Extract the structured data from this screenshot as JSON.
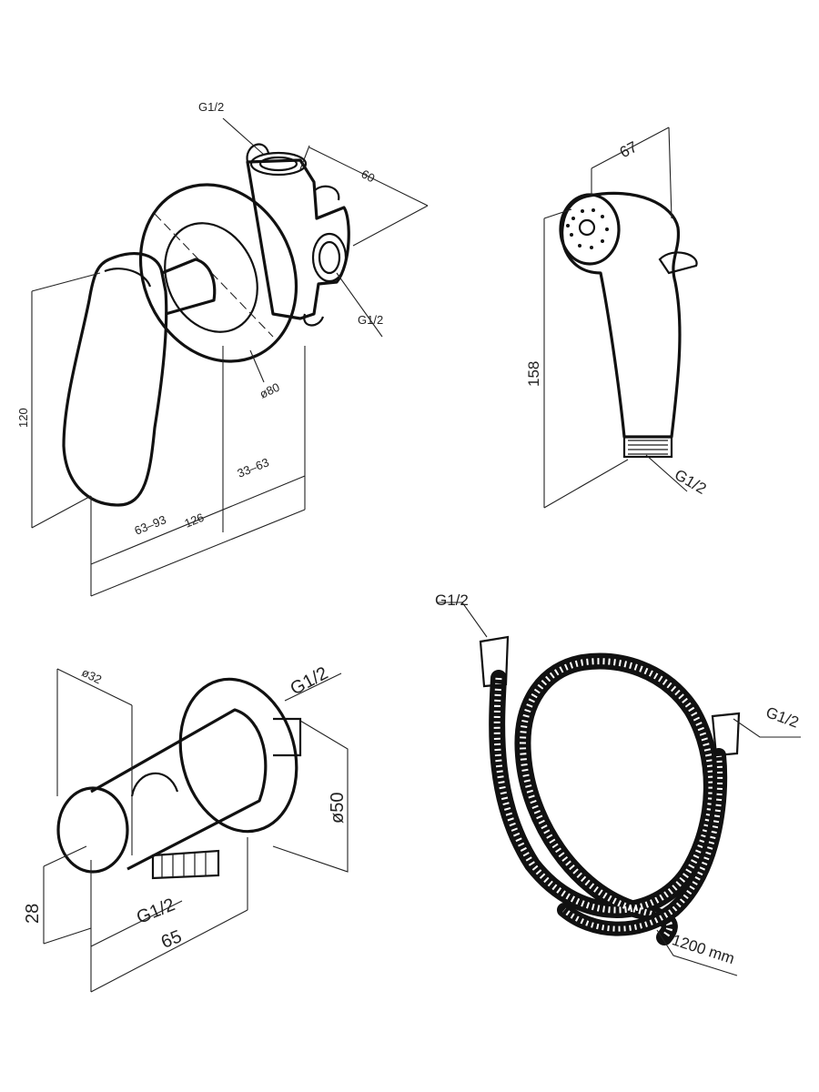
{
  "mixer": {
    "thread_top": "G1/2",
    "thread_side": "G1/2",
    "depth": "60",
    "height": "120",
    "diameter": "ø80",
    "adj_front": "63–93",
    "adj_back": "33–63",
    "length": "126"
  },
  "hand_shower": {
    "width": "67",
    "height": "158",
    "thread": "G1/2"
  },
  "wall_outlet": {
    "diameter_holder": "ø32",
    "thread_top": "G1/2",
    "diameter_flange": "ø50",
    "height": "28",
    "thread_bottom": "G1/2",
    "length": "65"
  },
  "hose": {
    "thread_left": "G1/2",
    "thread_right": "G1/2",
    "length": "1200 mm"
  }
}
